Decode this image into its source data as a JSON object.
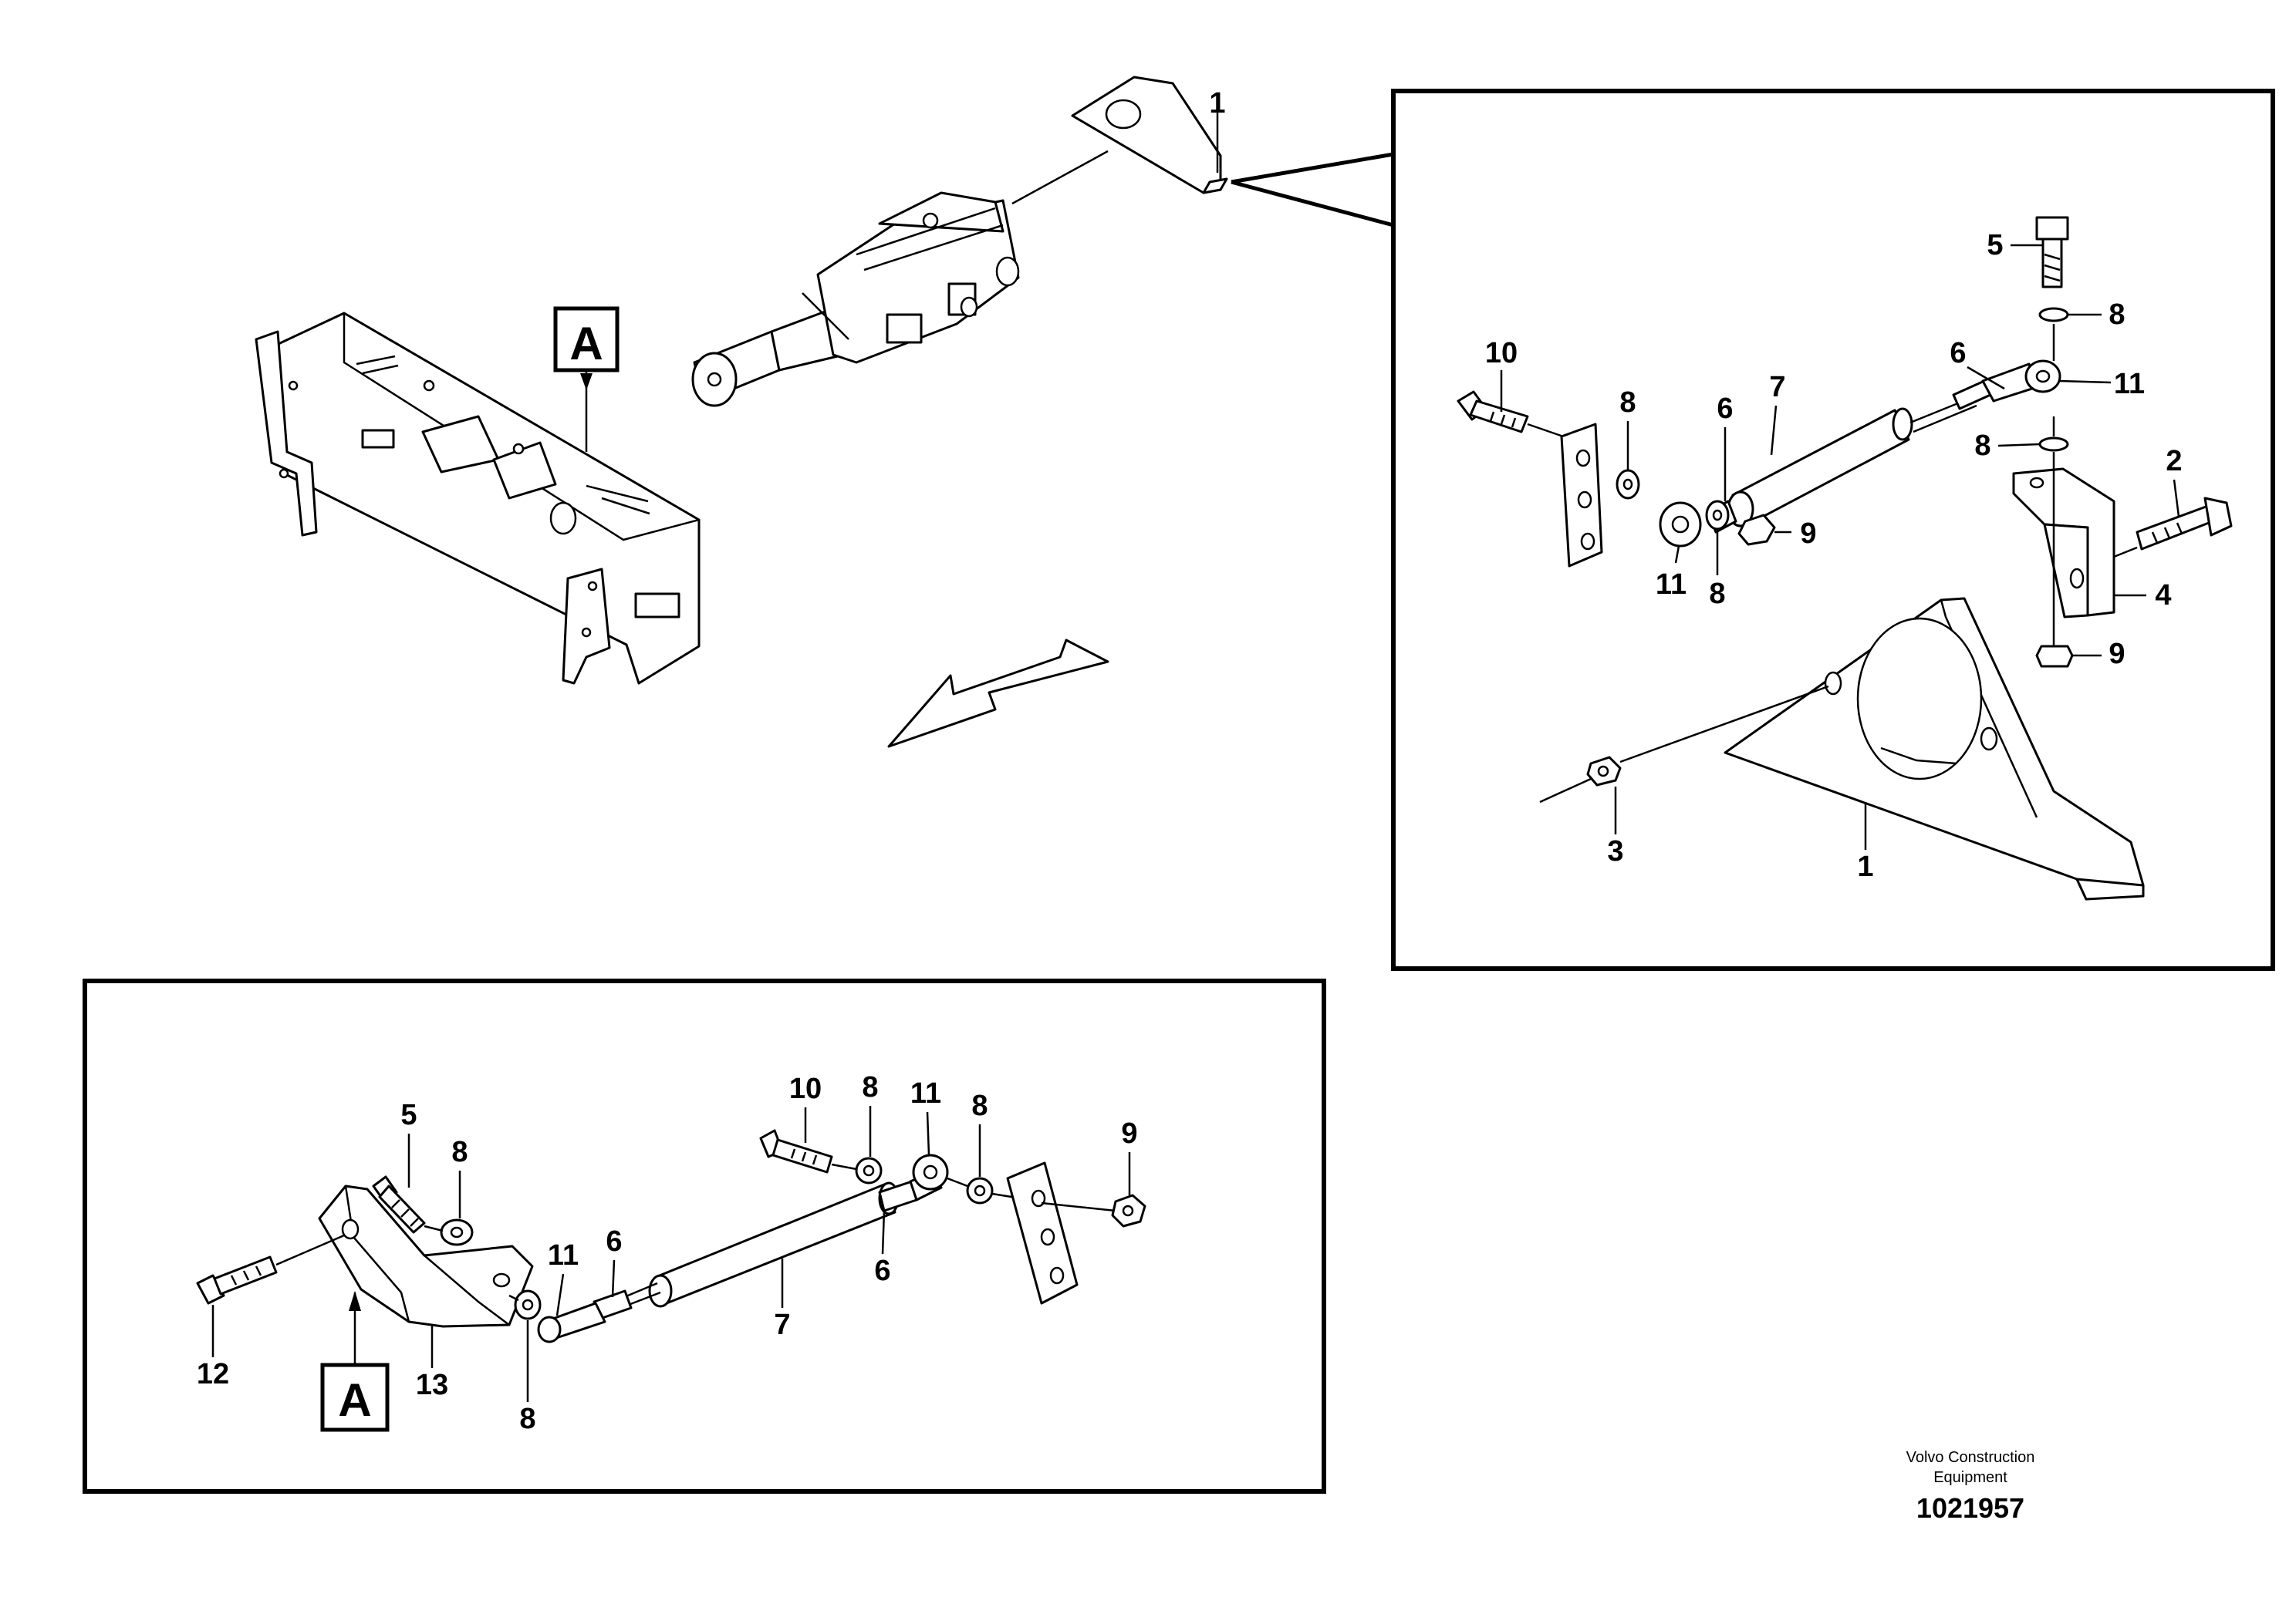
{
  "view_marker": {
    "letter": "A"
  },
  "overview": {
    "callouts": [
      "1"
    ]
  },
  "detail_right": {
    "callouts": [
      "5",
      "8",
      "6",
      "11",
      "10",
      "8",
      "6",
      "7",
      "8",
      "2",
      "11",
      "8",
      "9",
      "4",
      "9",
      "3",
      "1"
    ]
  },
  "detail_bottom": {
    "callouts": [
      "10",
      "8",
      "11",
      "8",
      "9",
      "5",
      "8",
      "11",
      "6",
      "6",
      "7",
      "12",
      "13",
      "8"
    ],
    "marker_letter": "A"
  },
  "footer": {
    "company_line1": "Volvo Construction",
    "company_line2": "Equipment",
    "drawing_number": "1021957"
  }
}
